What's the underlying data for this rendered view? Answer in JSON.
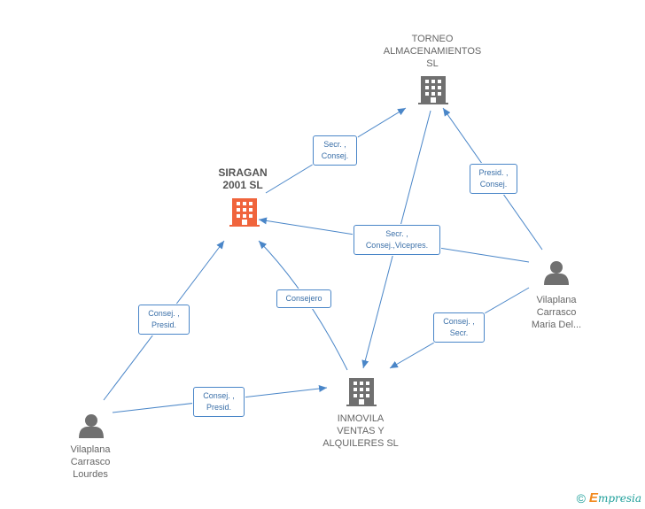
{
  "nodes": {
    "siragan": {
      "lines": [
        "SIRAGAN",
        "2001 SL"
      ],
      "kind": "company",
      "highlight": true
    },
    "torneo": {
      "lines": [
        "TORNEO",
        "ALMACENAMIENTOS",
        "SL"
      ],
      "kind": "company",
      "highlight": false
    },
    "inmovila": {
      "lines": [
        "INMOVILA",
        "VENTAS Y",
        "ALQUILERES SL"
      ],
      "kind": "company",
      "highlight": false
    },
    "lourdes": {
      "lines": [
        "Vilaplana",
        "Carrasco",
        "Lourdes"
      ],
      "kind": "person"
    },
    "mariadel": {
      "lines": [
        "Vilaplana",
        "Carrasco",
        "Maria Del..."
      ],
      "kind": "person"
    }
  },
  "edges": {
    "siragan_torneo": [
      "Secr. ,",
      "Consej."
    ],
    "mariadel_torneo": [
      "Presid. ,",
      "Consej."
    ],
    "mariadel_siragan": [
      "Secr. ,",
      "Consej.,Vicepres."
    ],
    "mariadel_inmovila": [
      "Consej. ,",
      "Secr."
    ],
    "inmovila_siragan": [
      "Consejero"
    ],
    "lourdes_siragan": [
      "Consej. ,",
      "Presid."
    ],
    "lourdes_inmovila": [
      "Consej. ,",
      "Presid."
    ]
  },
  "colors": {
    "edge": "#4a86c8",
    "company_icon": "#707070",
    "company_icon_highlight": "#f0643c",
    "person_icon": "#707070"
  },
  "footer": {
    "copyright": "©",
    "brand_first": "E",
    "brand_rest": "mpresia"
  }
}
